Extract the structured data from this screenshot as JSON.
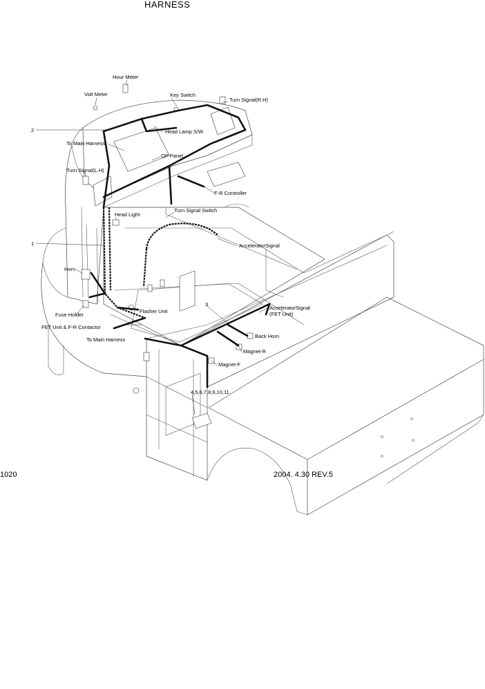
{
  "title": "HARNESS",
  "footer": {
    "page_code": "1020",
    "revision": "2004. 4.30 REV.5"
  },
  "labels": {
    "hour_meter": "Hour Meter",
    "volt_meter": "Volt Meter",
    "key_switch": "Key Switch",
    "turn_signal_rh": "Turn Signal(R.H)",
    "head_lamp_sw": "Head Lamp S/W",
    "to_main_harness_top": "To Main Harness",
    "op_panel": "OP Panel",
    "turn_signal_lh": "Turn Signal(L.H)",
    "fr_controller": "F-R Controller",
    "turn_signal_switch": "Turn Signal Switch",
    "head_light": "Head Light",
    "accelerator_signal": "AcceleratorSignal",
    "horn": "Horn",
    "accelerator_signal_fet": "AcceleratorSignal",
    "accelerator_signal_fet_sub": "(FET Unit)",
    "flasher_unit": "Flasher Unit",
    "fuse_holder": "Fuse Holder",
    "fet_unit_fr_contactor": "FET Unit & F-R Contactor",
    "back_horn": "Back Horn",
    "to_main_harness_bottom": "To Main Harness",
    "magnet_r": "Magnet-R",
    "magnet_f": "Magnet-F"
  },
  "callouts": {
    "c1": "1",
    "c2": "2",
    "c3": "3",
    "c4_11": "4,5,6,7,8,9,10,11"
  }
}
